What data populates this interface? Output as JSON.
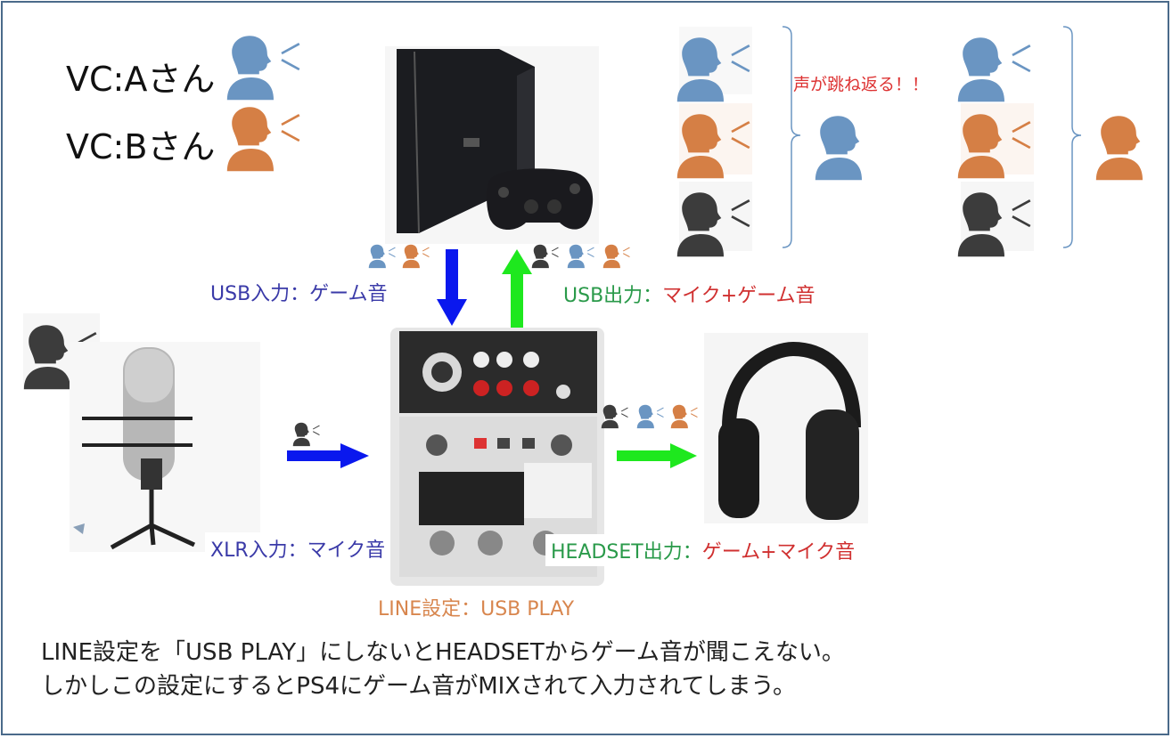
{
  "labels": {
    "vc_a": "VC:Aさん",
    "vc_b": "VC:Bさん",
    "echo": "声が跳ね返る！！",
    "usb_in": "USB入力：ゲーム音",
    "usb_out_a": "USB出力：",
    "usb_out_b": "マイク+ゲーム音",
    "xlr_in": "XLR入力：マイク音",
    "headset_out_a": "HEADSET出力：",
    "headset_out_b": "ゲーム+マイク音",
    "line_setting": "LINE設定：USB PLAY",
    "note_line1": "LINE設定を「USB PLAY」にしないとHEADSETからゲーム音が聞こえない。",
    "note_line2": "しかしこの設定にするとPS4にゲーム音がMIXされて入力されてしまう。"
  },
  "colors": {
    "person_blue": "#6a95c2",
    "person_orange": "#d57f45",
    "person_dark": "#3c3c3c",
    "arrow_blue": "#0a18ee",
    "arrow_green": "#1ee81e",
    "label_blue": "#3a3aa8",
    "label_green": "#2a9a4a",
    "label_red": "#d03030",
    "label_orange": "#d8864e"
  },
  "icons": {
    "ps4": "ps4-console-photo",
    "controller": "game-controller-photo",
    "mixer": "audio-mixer-photo",
    "microphone": "condenser-microphone-photo",
    "headphones": "headphones-photo",
    "speaker": "speaking-person-icon"
  }
}
